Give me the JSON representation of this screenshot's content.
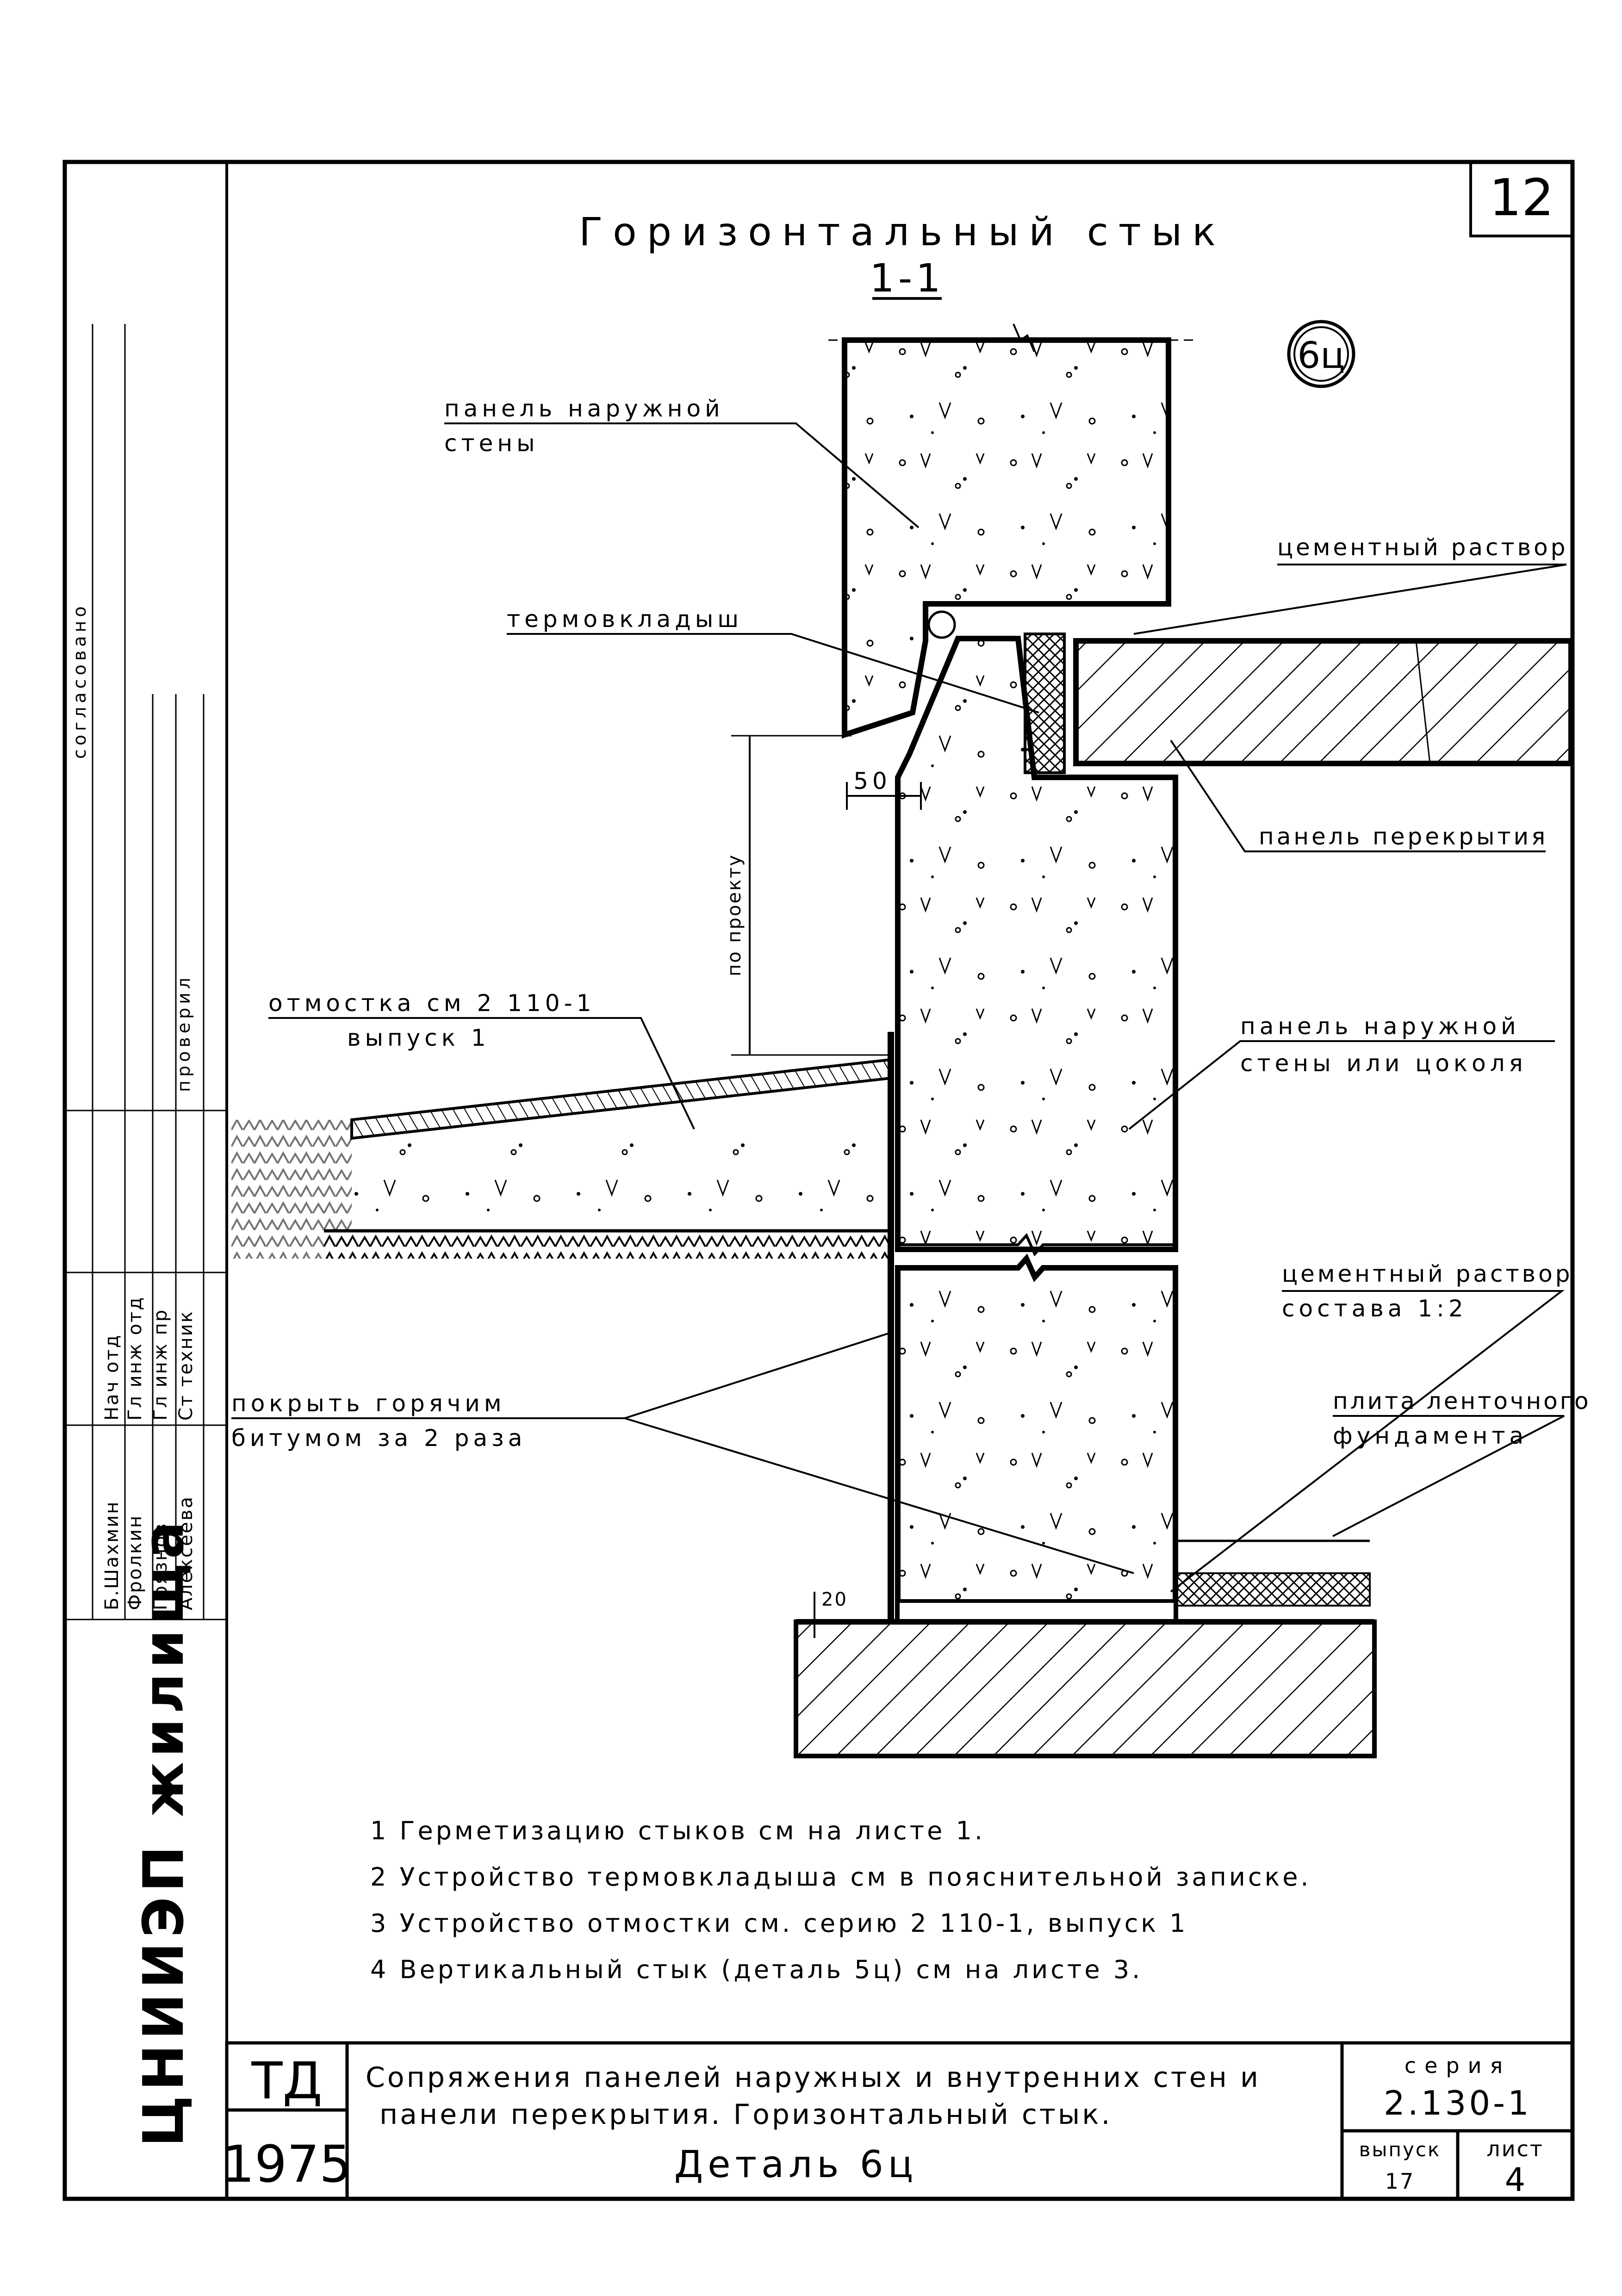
{
  "sheet_number": "12",
  "title": "Горизонтальный стык",
  "section_mark": "1-1",
  "detail_mark": "6ц",
  "callouts": {
    "outer_wall_panel_1": "панель наружной",
    "outer_wall_panel_2": "стены",
    "thermal_insert": "термовкладыш",
    "cement_mortar_top": "цементный раствор",
    "floor_panel": "панель перекрытия",
    "blind_area_1": "отмостка см 2 110-1",
    "blind_area_2": "выпуск 1",
    "base_panel_1": "панель наружной",
    "base_panel_2": "стены или цоколя",
    "cement_mortar_low_1": "цементный раствор",
    "cement_mortar_low_2": "состава 1:2",
    "bitumen_1": "покрыть горячим",
    "bitumen_2": "битумом за 2 раза",
    "foundation_1": "плита ленточного",
    "foundation_2": "фундамента"
  },
  "dimensions": {
    "gap_50": "50",
    "by_project": "по проекту",
    "bed_20": "20"
  },
  "notes": [
    "1 Герметизацию стыков см на листе 1.",
    "2 Устройство термовкладыша см в пояснительной записке.",
    "3 Устройство отмостки см. серию 2 110-1, выпуск 1",
    "4 Вертикальный стык (деталь 5ц) см на листе 3."
  ],
  "left_strip": {
    "agreed": "согласовано",
    "checked": "проверил",
    "org": "ЦНИИЭП жилища",
    "roles": [
      "Нач отд",
      "Гл инж отд",
      "Гл инж пр",
      "Ст техник"
    ],
    "names": [
      "Б.Шахмин",
      "Фролкин",
      "Грязнов",
      "Алексеева"
    ]
  },
  "title_block": {
    "code": "ТД",
    "year": "1975",
    "description_1": "Сопряжения панелей наружных и внутренних стен и",
    "description_2": "панели перекрытия. Горизонтальный стык.",
    "detail": "Деталь 6ц",
    "series_label": "серия",
    "series_value": "2.130-1",
    "issue_label": "выпуск",
    "issue_value": "17",
    "sheet_label": "лист",
    "sheet_value": "4"
  }
}
